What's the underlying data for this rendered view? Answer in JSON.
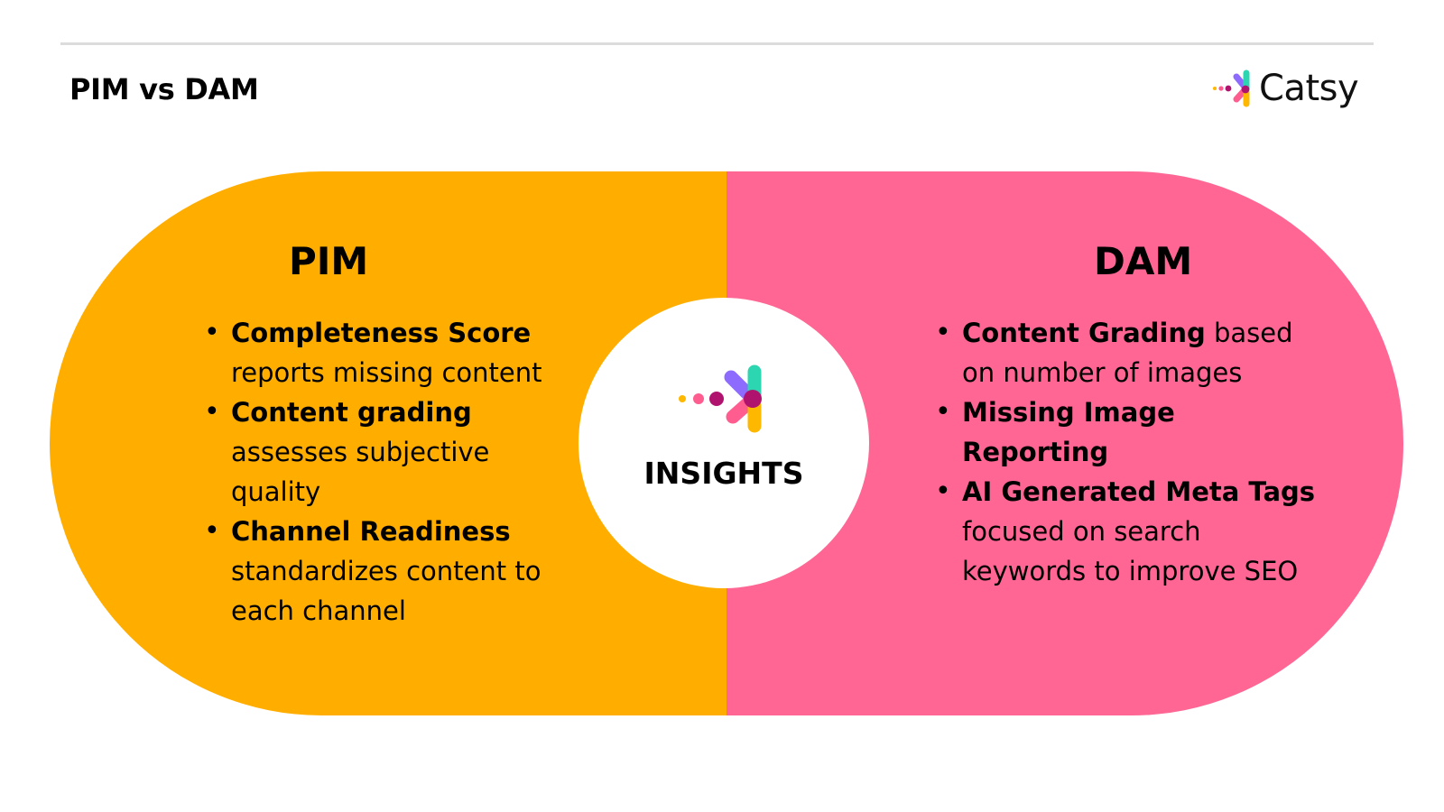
{
  "header": {
    "title": "PIM vs DAM",
    "brand": {
      "name": "Catsy",
      "icon": "catsy-logo-icon"
    }
  },
  "colors": {
    "pim_background": "#FFAE00",
    "dam_background": "#FF6693",
    "rule": "#DCDCDC",
    "logo_purple": "#8E6BFF",
    "logo_teal": "#2BD6B0",
    "logo_pink": "#FF5D8F",
    "logo_yellow": "#FFB800",
    "logo_magenta": "#B0136E"
  },
  "pim": {
    "title": "PIM",
    "items": [
      {
        "strong": "Completeness Score",
        "text": "reports missing content"
      },
      {
        "strong": "Content grading",
        "text": "assesses subjective quality"
      },
      {
        "strong": "Channel Readiness",
        "text": "standardizes content to each channel"
      }
    ]
  },
  "dam": {
    "title": "DAM",
    "items": [
      {
        "strong": "Content Grading",
        "text": "based on number of images"
      },
      {
        "strong": "Missing Image Reporting",
        "text": ""
      },
      {
        "strong": "AI Generated Meta Tags",
        "text": "focused on search keywords to improve SEO"
      }
    ]
  },
  "center": {
    "label": "INSIGHTS",
    "icon": "insights-logo-icon"
  }
}
